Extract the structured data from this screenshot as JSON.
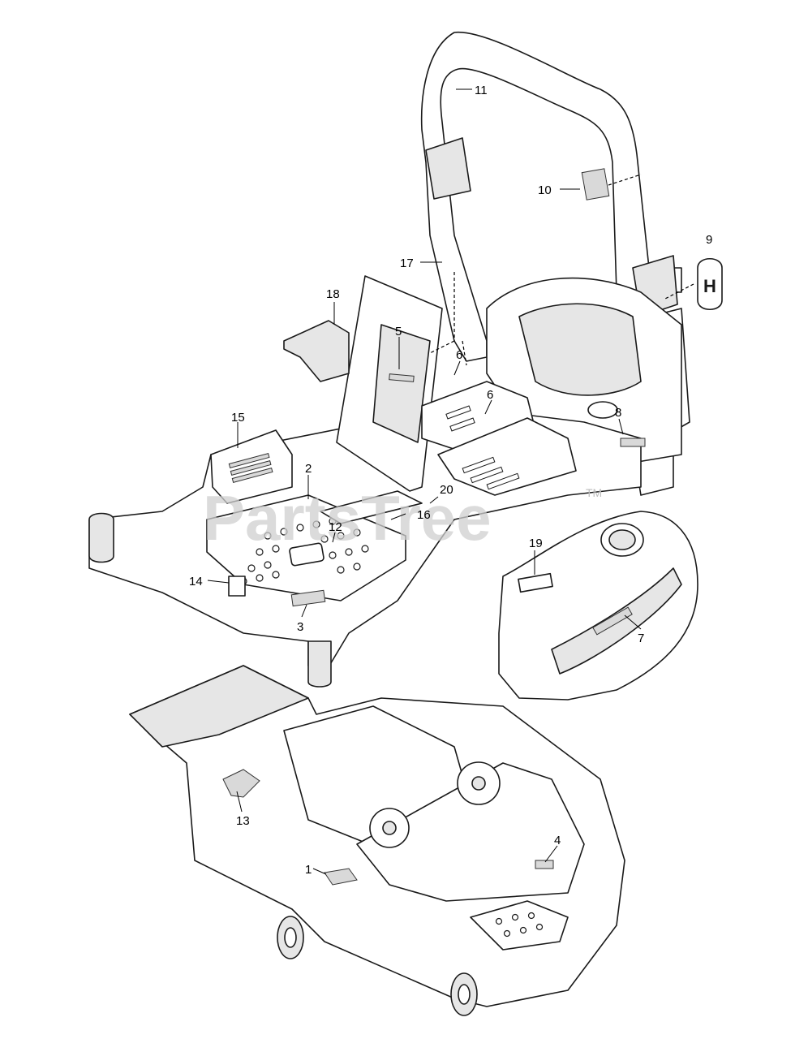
{
  "watermark": {
    "text": "PartsTree",
    "tm": "TM"
  },
  "callouts": {
    "c1": "1",
    "c2": "2",
    "c3": "3",
    "c4": "4",
    "c5": "5",
    "c6a": "6",
    "c6b": "6",
    "c7": "7",
    "c8": "8",
    "c9": "9",
    "c10": "10",
    "c11": "11",
    "c12": "12",
    "c13": "13",
    "c14": "14",
    "c15": "15",
    "c16": "16",
    "c17": "17",
    "c18": "18",
    "c19": "19",
    "c20": "20"
  }
}
